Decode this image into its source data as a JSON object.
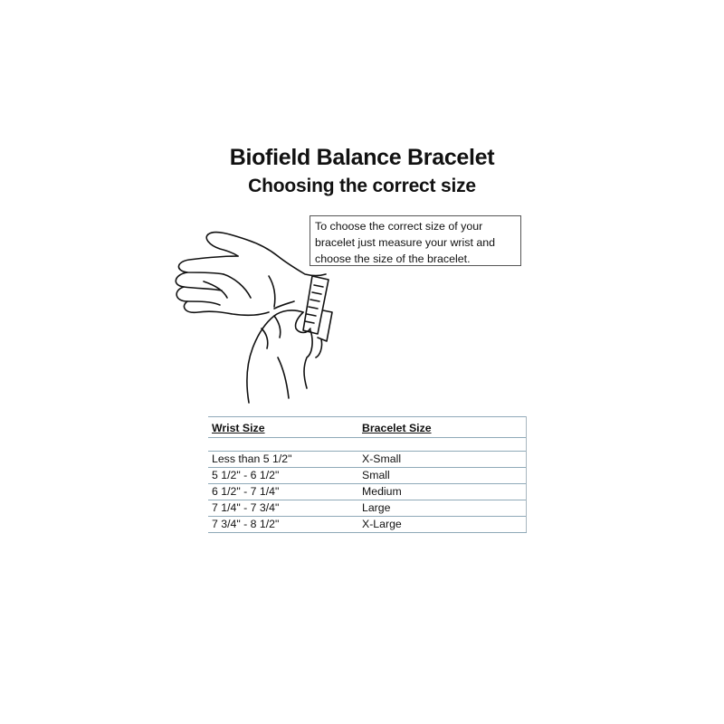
{
  "header": {
    "title": "Biofield Balance Bracelet",
    "subtitle": "Choosing the correct size"
  },
  "instruction": {
    "text": "To choose the correct size of your bracelet just measure your wrist and choose the size of the bracelet."
  },
  "illustration": {
    "icon": "hand-measuring-wrist-icon"
  },
  "size_table": {
    "headers": [
      "Wrist Size",
      "Bracelet Size"
    ],
    "rows": [
      {
        "wrist": "Less than 5 1/2\"",
        "bracelet": "X-Small"
      },
      {
        "wrist": "5 1/2\" - 6 1/2\"",
        "bracelet": "Small"
      },
      {
        "wrist": "6 1/2\" - 7 1/4\"",
        "bracelet": "Medium"
      },
      {
        "wrist": "7 1/4\" - 7 3/4\"",
        "bracelet": "Large"
      },
      {
        "wrist": "7 3/4\" - 8 1/2\"",
        "bracelet": "X-Large"
      }
    ],
    "line_color": "#8fa9b8"
  }
}
